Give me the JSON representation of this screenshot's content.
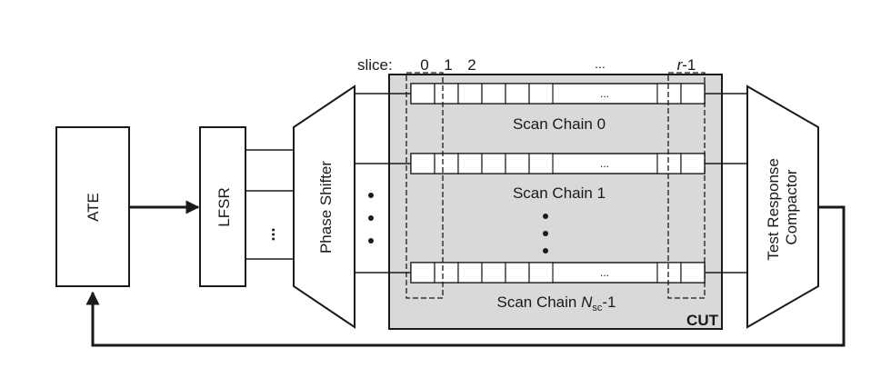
{
  "blocks": {
    "ate": "ATE",
    "lfsr": "LFSR",
    "phase_shifter": "Phase Shifter",
    "compactor_line1": "Test Response",
    "compactor_line2": "Compactor",
    "cut": "CUT"
  },
  "slices": {
    "prefix": "slice:",
    "labels": [
      "0",
      "1",
      "2"
    ],
    "ellipsis": "...",
    "last_var": "r",
    "last_suffix": "-1"
  },
  "chains": {
    "chain0": "Scan Chain 0",
    "chain1": "Scan Chain 1",
    "last_prefix": "Scan Chain ",
    "last_var": "N",
    "last_sub": "sc",
    "last_suffix": "-1"
  },
  "misc": {
    "lfsr_dots": "...",
    "cell_dots": "..."
  },
  "colors": {
    "cut_fill": "#d9d9d9",
    "block_fill": "#ffffff",
    "line": "#1a1a1a"
  }
}
